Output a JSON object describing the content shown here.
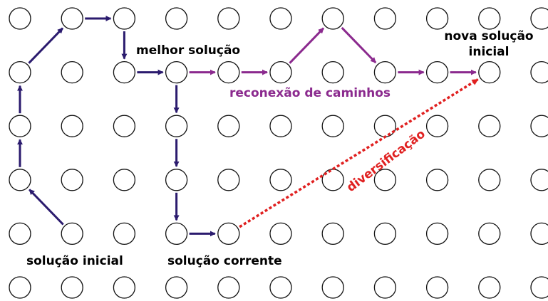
{
  "labels": {
    "best": "melhor solução",
    "new_initial_line1": "nova solução",
    "new_initial_line2": "inicial",
    "path_relinking": "reconexão de caminhos",
    "diversification": "diversificação",
    "initial": "solução inicial",
    "current": "solução corrente"
  },
  "colors": {
    "node_stroke": "#111111",
    "node_fill": "#ffffff",
    "initial_fill": "#ffc000",
    "best_fill": "#33cc33",
    "current_fill": "#999999",
    "new_initial_fill": "#ffc000",
    "blue_arrow": "#2b1b6e",
    "purple_arrow": "#8b2a8e",
    "red_arrow": "#e02020",
    "path_label": "#8b2a8e",
    "diversification_label": "#e02020",
    "text": "#000000"
  },
  "grid": {
    "columns": 11,
    "rows": 6,
    "special_nodes": [
      {
        "name": "initial-solution-node",
        "col": 1,
        "row": 4,
        "fill_key": "initial_fill"
      },
      {
        "name": "best-solution-node",
        "col": 3,
        "row": 1,
        "fill_key": "best_fill"
      },
      {
        "name": "current-solution-node",
        "col": 4,
        "row": 4,
        "fill_key": "current_fill"
      },
      {
        "name": "new-initial-solution-node",
        "col": 9,
        "row": 1,
        "fill_key": "new_initial_fill"
      }
    ]
  },
  "arrows": {
    "local_search_path": [
      [
        1,
        4
      ],
      [
        0,
        3
      ],
      [
        0,
        2
      ],
      [
        0,
        1
      ],
      [
        1,
        0
      ],
      [
        2,
        0
      ],
      [
        2,
        1
      ],
      [
        3,
        1
      ]
    ],
    "best_to_current": [
      [
        3,
        1
      ],
      [
        3,
        2
      ],
      [
        3,
        3
      ],
      [
        3,
        4
      ],
      [
        4,
        4
      ]
    ],
    "path_relinking": [
      [
        3,
        1
      ],
      [
        4,
        1
      ],
      [
        5,
        1
      ],
      [
        6,
        0
      ],
      [
        7,
        1
      ],
      [
        8,
        1
      ],
      [
        9,
        1
      ]
    ],
    "diversification": [
      [
        4,
        4
      ],
      [
        9,
        1
      ]
    ]
  }
}
